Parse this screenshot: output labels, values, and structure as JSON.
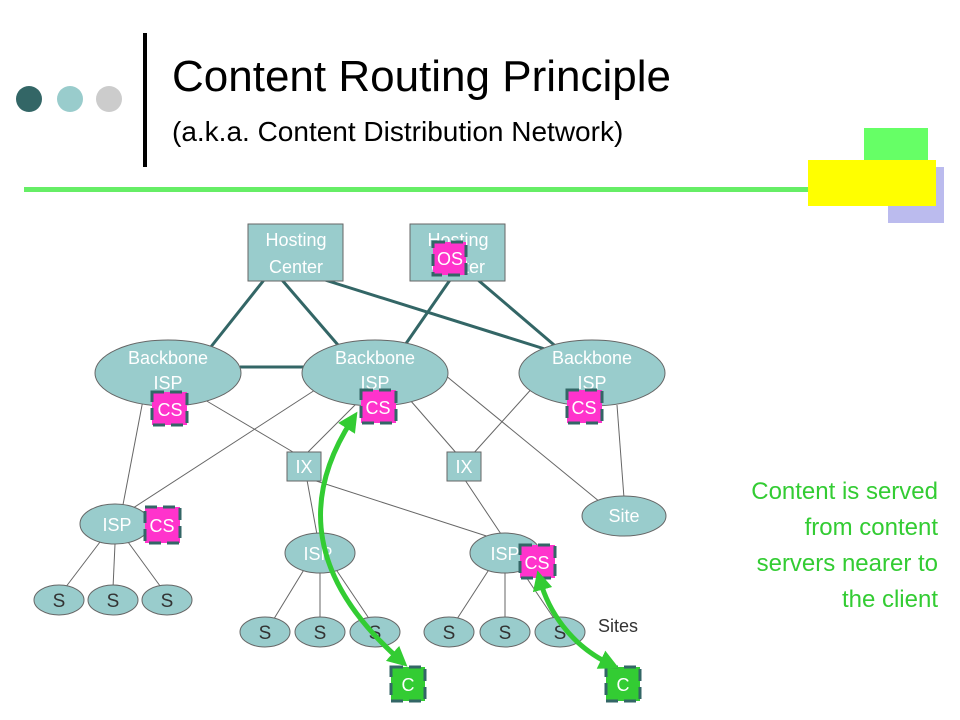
{
  "slide": {
    "title": "Content Routing Principle",
    "subtitle": "(a.k.a. Content Distribution Network)",
    "note_lines": [
      "Content is served",
      "from content",
      "servers nearer to",
      "the client"
    ]
  },
  "diagram": {
    "hosting_center_label_line1": "Hosting",
    "hosting_center_label_line2": "Center",
    "origin_server_label": "OS",
    "backbone_label_line1": "Backbone",
    "backbone_label_line2": "ISP",
    "content_server_label": "CS",
    "ix_label": "IX",
    "isp_label": "ISP",
    "site_label": "Site",
    "sites_label": "Sites",
    "end_site_label": "S",
    "client_label": "C"
  },
  "colors": {
    "node_fill": "#99cccc",
    "node_stroke": "#666666",
    "cs_fill": "#ff33cc",
    "client_fill": "#33cc33",
    "arrow": "#33cc33",
    "edge_thick": "#336666",
    "accent_green": "#66ee66",
    "accent_yellow": "#ffff00",
    "accent_lavender": "#bbbbee",
    "dot_dark": "#336666",
    "dot_light": "#99cccc",
    "dot_gray": "#cccccc"
  }
}
